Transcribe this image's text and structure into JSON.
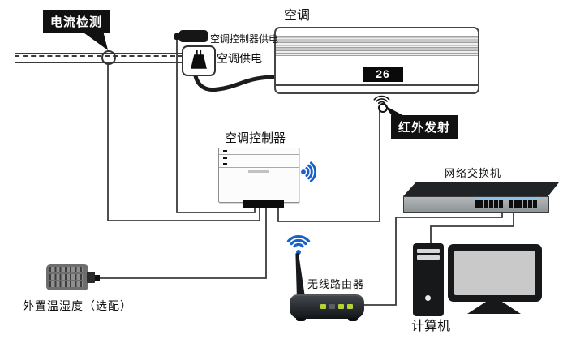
{
  "nodes": {
    "current_detection": {
      "label": "电流检测"
    },
    "controller_power": {
      "label": "空调控制器供电"
    },
    "ac_power": {
      "label": "空调供电"
    },
    "ac": {
      "label": "空调",
      "display_temp": "26"
    },
    "ir_emit": {
      "label": "红外发射"
    },
    "controller": {
      "label": "空调控制器"
    },
    "switch": {
      "label": "网络交换机"
    },
    "router": {
      "label": "无线路由器"
    },
    "computer": {
      "label": "计算机"
    },
    "sensor": {
      "label": "外置温湿度（选配）"
    }
  },
  "icons": {
    "wifi_controller": "wifi-signal-right-icon",
    "wifi_router": "wifi-signal-up-icon",
    "ir_emitter": "ir-emitter-icon",
    "plug": "power-plug-icon",
    "current_ring": "current-clamp-ring-icon"
  },
  "colors": {
    "wifi_blue": "#1961c8",
    "callout_bg": "#111111",
    "led_green": "#b5d335",
    "led_off": "#5a5f63",
    "port_strip_blue": "#8cc2e8",
    "wire": "#3b3b3b"
  }
}
